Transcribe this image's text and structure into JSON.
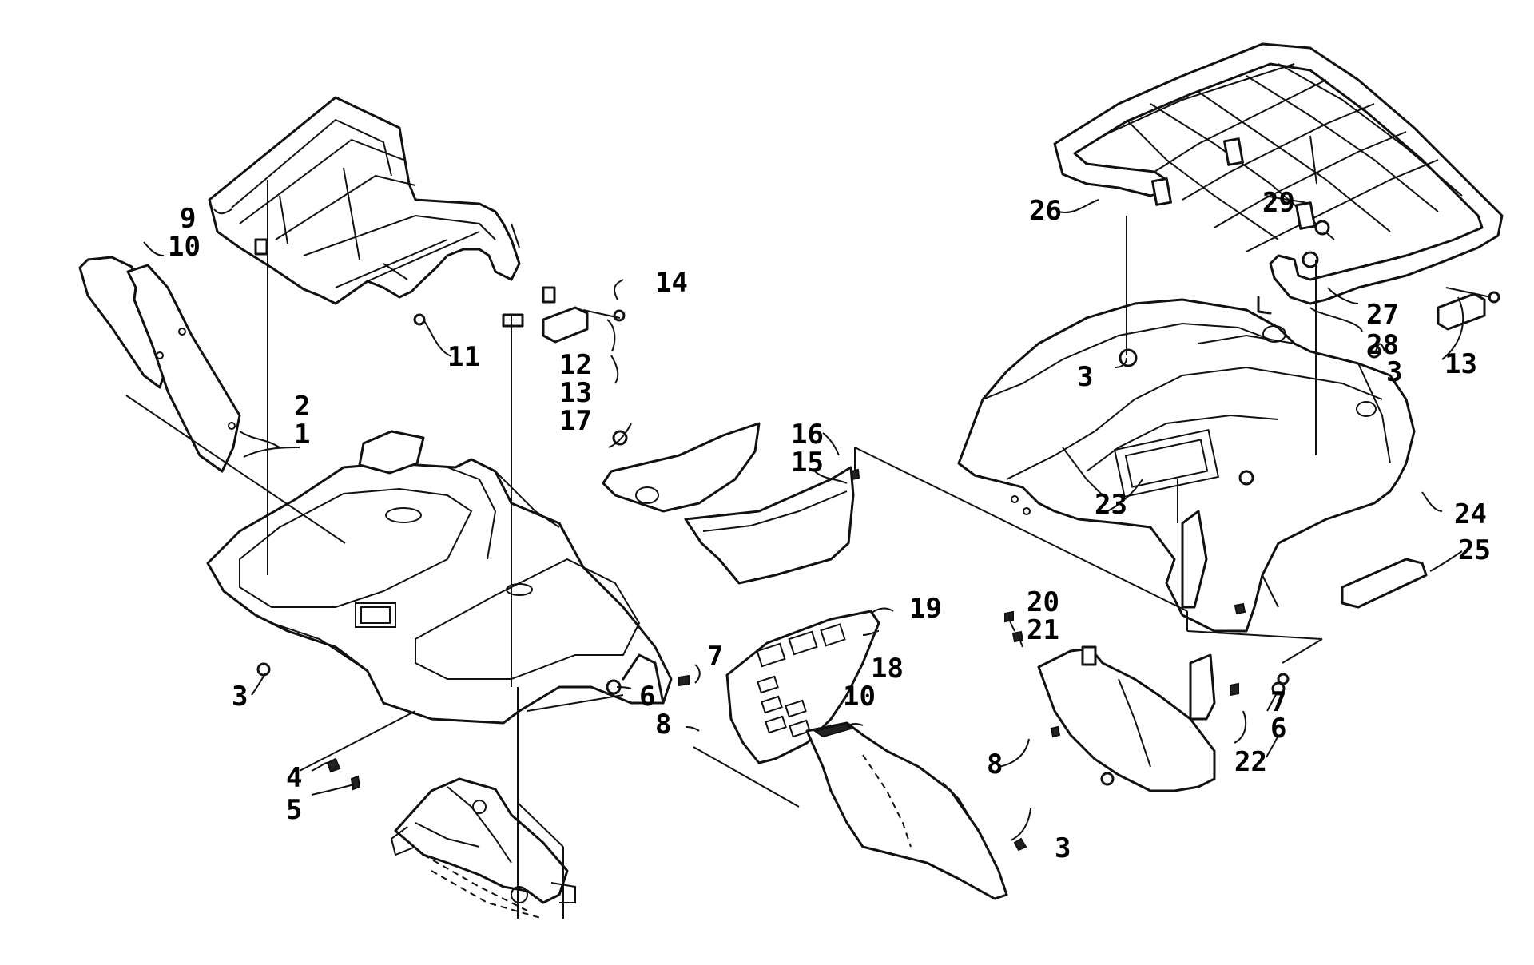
{
  "callouts": {
    "c1": "1",
    "c2": "2",
    "c3a": "3",
    "c3b": "3",
    "c3c": "3",
    "c3d": "3",
    "c4": "4",
    "c5": "5",
    "c6a": "6",
    "c6b": "6",
    "c7a": "7",
    "c7b": "7",
    "c8a": "8",
    "c8b": "8",
    "c9": "9",
    "c10a": "10",
    "c10b": "10",
    "c11": "11",
    "c12": "12",
    "c13a": "13",
    "c13b": "13",
    "c14": "14",
    "c15": "15",
    "c16": "16",
    "c17": "17",
    "c18": "18",
    "c19": "19",
    "c20": "20",
    "c21": "21",
    "c22": "22",
    "c23": "23",
    "c24": "24",
    "c25": "25",
    "c26": "26",
    "c27": "27",
    "c28": "28",
    "c29": "29"
  },
  "colors": {
    "ink": "#111111",
    "paper": "#ffffff"
  }
}
